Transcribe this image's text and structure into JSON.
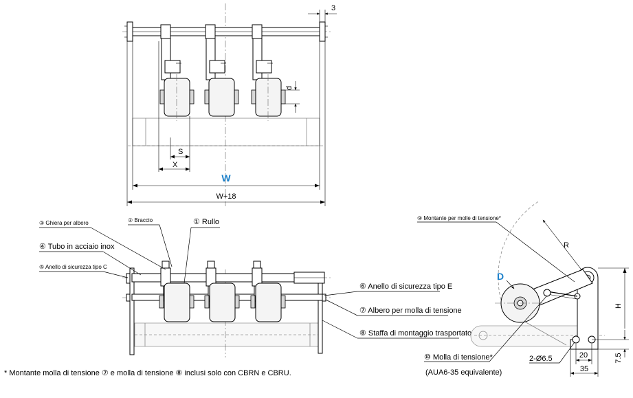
{
  "top_view": {
    "dim_3": "3",
    "dim_d": "d",
    "dim_S": "S",
    "dim_X": "X",
    "dim_W": "W",
    "dim_W18": "W+18"
  },
  "front_view": {
    "callouts": {
      "ghiera": "③ Ghiera per albero",
      "braccio": "② Braccio",
      "rullo": "① Rullo",
      "tubo": "④ Tubo in acciaio inox",
      "anello_c": "⑤ Anello di sicurezza tipo C",
      "anello_e": "⑥ Anello di sicurezza tipo E",
      "albero_molla": "⑦ Albero per molla di tensione",
      "staffa": "⑧ Staffa di montaggio trasportatore"
    }
  },
  "side_view": {
    "montante": "⑨ Montante per molle di tensione*",
    "dim_R": "R",
    "dim_D": "D",
    "dim_H": "H",
    "molla": "⑩ Molla di tensione*",
    "molla_note": "(AUA6-35 equivalente)",
    "dim_holes": "2-Ø6.5",
    "dim_20": "20",
    "dim_35": "35",
    "dim_7_5": "7.5"
  },
  "footnote": "* Montante molla di tensione ⑦ e molla di tensione ⑧ inclusi solo con CBRN e CBRU.",
  "colors": {
    "accent": "#1a7fc9",
    "line": "#000000"
  }
}
